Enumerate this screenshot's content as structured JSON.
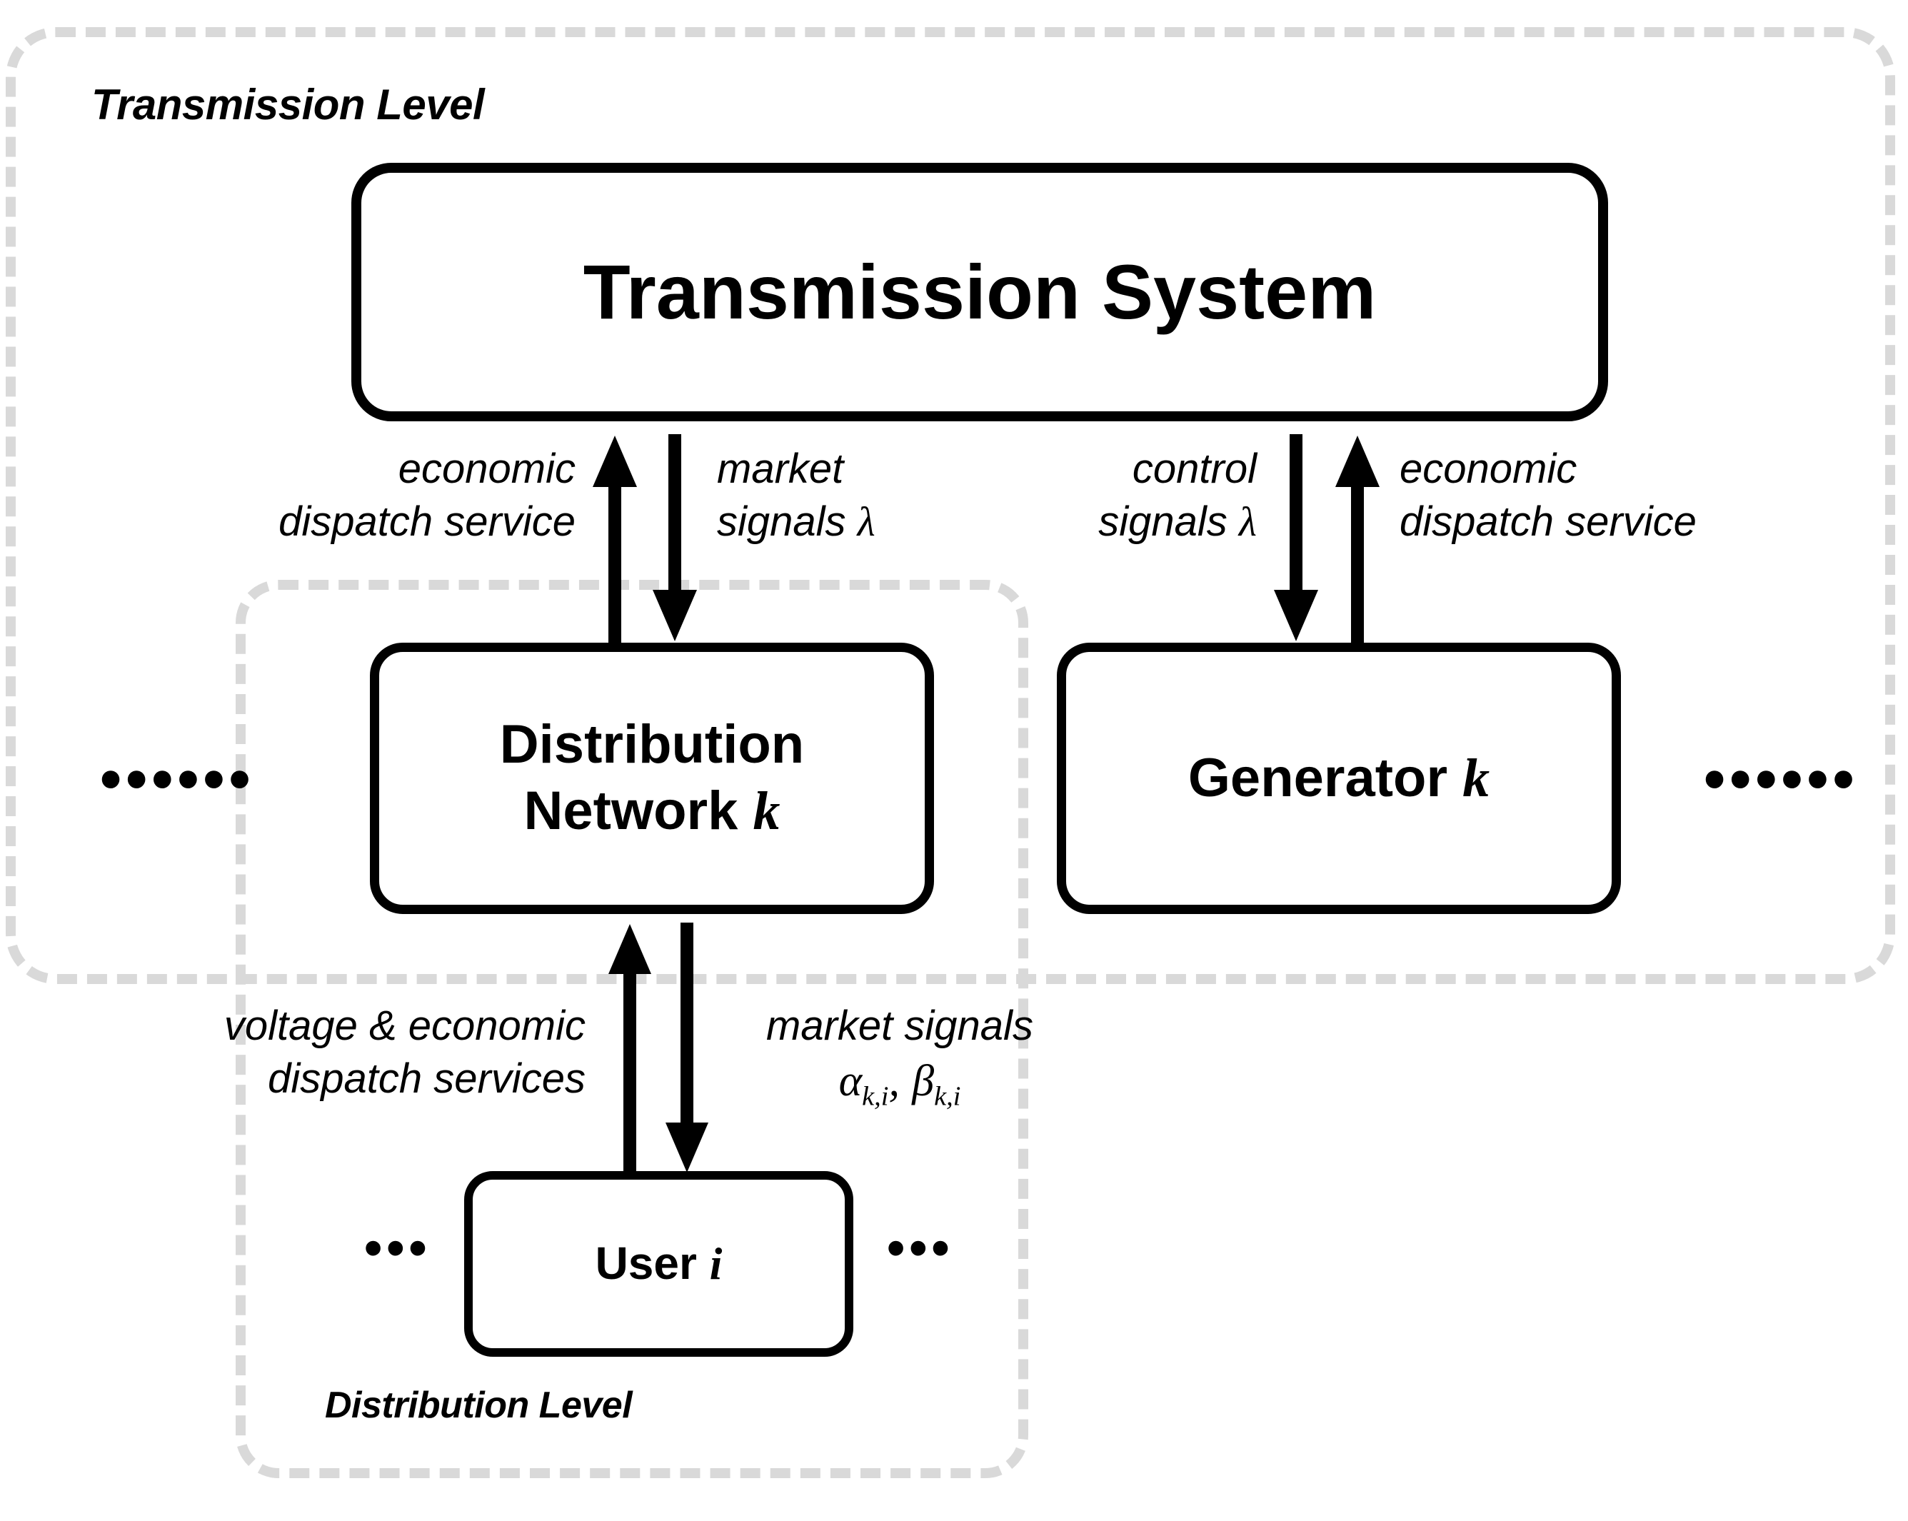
{
  "levels": {
    "transmission_label": "Transmission Level",
    "distribution_label": "Distribution Level"
  },
  "nodes": {
    "transmission_system": "Transmission System",
    "distribution_network_line1": "Distribution",
    "distribution_network_line2": "Network",
    "distribution_network_index": "k",
    "generator_label": "Generator",
    "generator_index": "k",
    "user_label": "User",
    "user_index": "i"
  },
  "edges": {
    "ts_to_dn_up_line1": "economic",
    "ts_to_dn_up_line2": "dispatch service",
    "ts_to_dn_down_line1": "market",
    "ts_to_dn_down_line2": "signals",
    "ts_to_dn_down_symbol": "λ",
    "ts_to_gen_down_line1": "control",
    "ts_to_gen_down_line2": "signals",
    "ts_to_gen_down_symbol": "λ",
    "gen_to_ts_up_line1": "economic",
    "gen_to_ts_up_line2": "dispatch service",
    "user_to_dn_up_line1": "voltage & economic",
    "user_to_dn_up_line2": "dispatch services",
    "dn_to_user_down_line1": "market signals",
    "dn_to_user_down_alpha": "α",
    "dn_to_user_down_alpha_sub": "k,i",
    "dn_to_user_down_comma": ",",
    "dn_to_user_down_beta": "β",
    "dn_to_user_down_beta_sub": "k,i"
  },
  "ellipses": {
    "left": "••••••",
    "right": "••••••",
    "user_left": "•••",
    "user_right": "•••"
  },
  "colors": {
    "stroke": "#000000",
    "dashed_group": "#d9d9d9",
    "background": "#ffffff"
  }
}
